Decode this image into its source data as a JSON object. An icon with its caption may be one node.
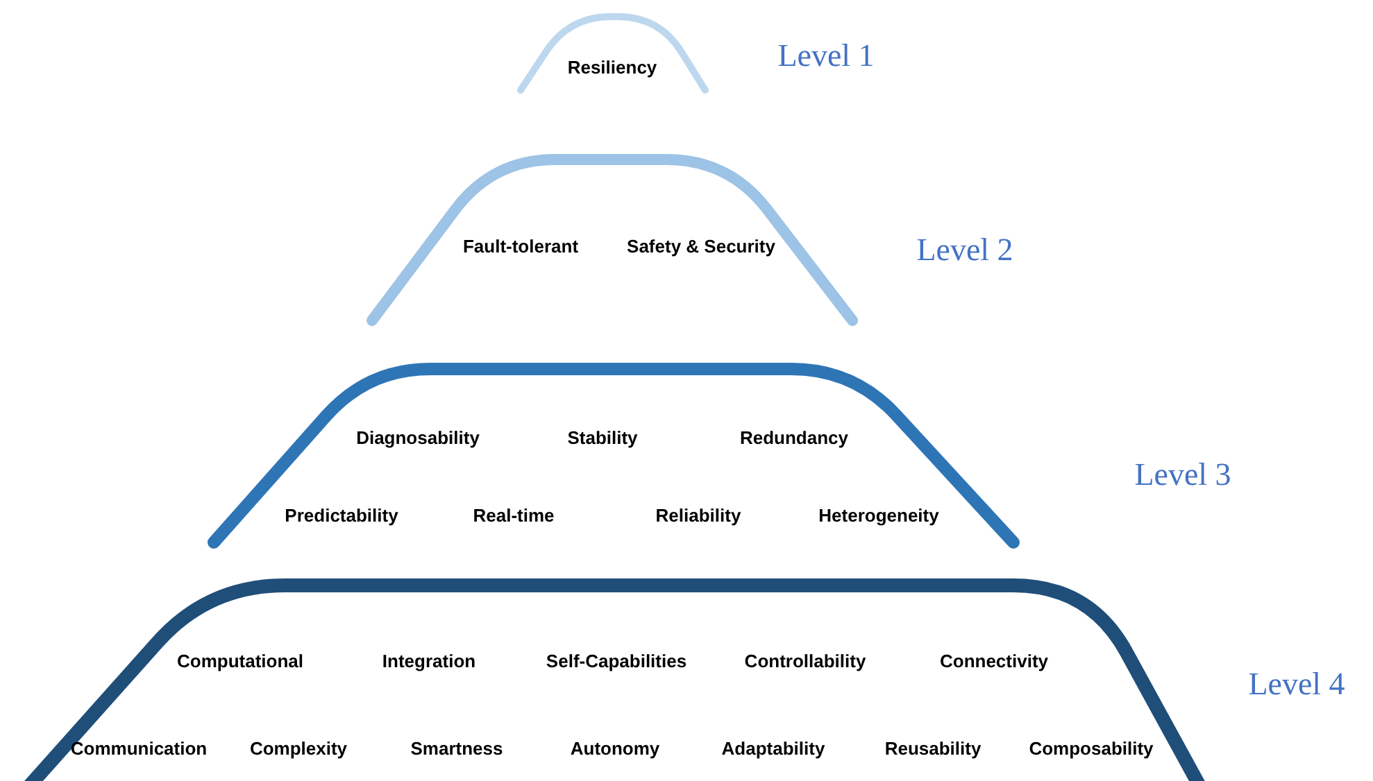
{
  "diagram": {
    "nodes": [
      {
        "text": [
          "Resiliency"
        ],
        "beside": [
          "Level 1"
        ]
      },
      {
        "text": [
          "Fault-tolerant",
          "Safety & Security"
        ],
        "beside": [
          "Level 2"
        ]
      },
      {
        "text": [
          "Diagnosability",
          "Stability",
          "Redundancy",
          "Predictability",
          "Real-time",
          "Reliability",
          "Heterogeneity"
        ],
        "beside": [
          "Level 3"
        ]
      },
      {
        "text": [
          "Computational",
          "Integration",
          "Self-Capabilities",
          "Controllability",
          "Connectivity",
          "Communication",
          "Complexity",
          "Smartness",
          "Autonomy",
          "Adaptability",
          "Reusability",
          "Composability"
        ],
        "beside": [
          "Level 4"
        ]
      }
    ]
  }
}
